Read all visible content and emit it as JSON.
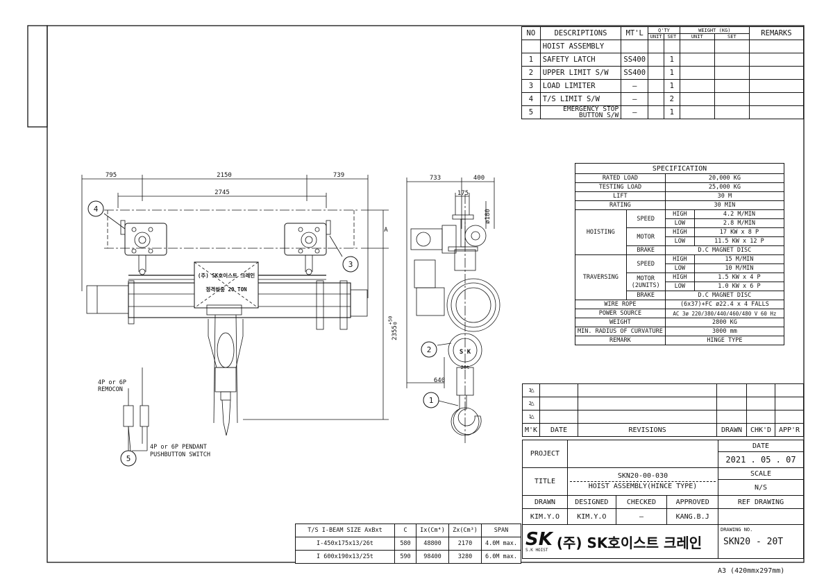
{
  "parts": {
    "headers": {
      "no": "NO",
      "desc": "DESCRIPTIONS",
      "mtl": "MT'L",
      "qty": "Q'TY",
      "qty_unit": "UNIT",
      "qty_set": "SET",
      "weight": "WEIGHT (KG)",
      "w_unit": "UNIT",
      "w_set": "SET",
      "remarks": "REMARKS"
    },
    "assembly": "HOIST ASSEMBLY",
    "rows": [
      {
        "no": "1",
        "desc": "SAFETY LATCH",
        "mtl": "SS400",
        "set": "1"
      },
      {
        "no": "2",
        "desc": "UPPER LIMIT S/W",
        "mtl": "SS400",
        "set": "1"
      },
      {
        "no": "3",
        "desc": "LOAD LIMITER",
        "mtl": "—",
        "set": "1"
      },
      {
        "no": "4",
        "desc": "T/S LIMIT S/W",
        "mtl": "—",
        "set": "2"
      },
      {
        "no": "5",
        "desc": "EMERGENCY STOP\nBUTTON S/W",
        "mtl": "—",
        "set": "1"
      }
    ]
  },
  "spec": {
    "title": "SPECIFICATION",
    "rated_load": [
      "RATED  LOAD",
      "20,000  KG"
    ],
    "testing_load": [
      "TESTING  LOAD",
      "25,000  KG"
    ],
    "lift": [
      "LIFT",
      "30    M"
    ],
    "rating": [
      "RATING",
      "30    MIN"
    ],
    "hoisting": "HOISTING",
    "speed": "SPEED",
    "motor": "MOTOR",
    "brake": "BRAKE",
    "high": "HIGH",
    "low": "LOW",
    "h_speed_high": "4.2  M/MIN",
    "h_speed_low": "2.8  M/MIN",
    "h_motor_high": "17 KW x 8 P",
    "h_motor_low": "11.5 KW x 12 P",
    "h_brake": "D.C MAGNET DISC",
    "traversing": "TRAVERSING",
    "motor2": "MOTOR\n(2UNITS)",
    "t_speed_high": "15    M/MIN",
    "t_speed_low": "10    M/MIN",
    "t_motor_high": "1.5 KW x 4 P",
    "t_motor_low": "1.0 KW x 6 P",
    "t_brake": "D.C MAGNET DISC",
    "wire_rope": [
      "WIRE ROPE",
      "(6x37)+FC ø22.4 x 4 FALLS"
    ],
    "power": [
      "POWER SOURCE",
      "AC 3ø  220/380/440/460/480 V  60 Hz"
    ],
    "weight": [
      "WEIGHT",
      "2800   KG"
    ],
    "radius": [
      "MIN. RADIUS OF CURVATURE",
      "3000   mm"
    ],
    "remark": [
      "REMARK",
      "HINGE TYPE"
    ]
  },
  "revisions": {
    "marks": [
      "3",
      "2",
      "1"
    ],
    "headers": {
      "mk": "M'K",
      "date": "DATE",
      "rev": "REVISIONS",
      "drawn": "DRAWN",
      "chkd": "CHK'D",
      "appr": "APP'R"
    }
  },
  "titleblock": {
    "project_label": "PROJECT",
    "date_label": "DATE",
    "date": "2021 . 05 . 07",
    "title_label": "TITLE",
    "title_code": "SKN20-00-030",
    "title_name": "HOIST ASSEMBLY(HINCE TYPE)",
    "scale_label": "SCALE",
    "scale": "N/S",
    "drawn_label": "DRAWN",
    "designed_label": "DESIGNED",
    "checked_label": "CHECKED",
    "approved_label": "APPROVED",
    "ref_label": "REF DRAWING",
    "drawn": "KIM.Y.O",
    "designed": "KIM.Y.O",
    "checked": "—",
    "approved": "KANG.B.J",
    "company_logo": "SK",
    "company_logo_sub": "S.K HOIST",
    "company": "(주) SK호이스트 크레인",
    "drawing_no_label": "DRAWING NO.",
    "drawing_no": "SKN20 - 20T"
  },
  "beam": {
    "headers": [
      "T/S I-BEAM SIZE AxBxt",
      "C",
      "Ix(Cm⁴)",
      "Zx(Cm³)",
      "SPAN"
    ],
    "rows": [
      [
        "I-450x175x13/26t",
        "580",
        "48800",
        "2170",
        "4.0M max."
      ],
      [
        "I 600x190x13/25t",
        "590",
        "98400",
        "3280",
        "6.0M max."
      ]
    ]
  },
  "drawing": {
    "dim_795": "795",
    "dim_2150": "2150",
    "dim_739": "739",
    "dim_2745": "2745",
    "dim_a": "A",
    "dim_2355": "2355",
    "dim_2355_tol": "+50\n0",
    "dim_733": "733",
    "dim_400": "400",
    "dim_175": "175",
    "dim_180": "ø180",
    "dim_640": "640",
    "nameplate_1": "(주) SK호이스트 크레인",
    "nameplate_2": "정격하중 20 TON",
    "remocon": "4P or 6P\nREMOCON",
    "pendant": "4P or 6P PENDANT\nPUSHBUTTON SWITCH",
    "balloons": [
      "1",
      "2",
      "3",
      "4",
      "5"
    ],
    "hook_sk": "S K",
    "hook_cap": "20t"
  },
  "sheet_size": "A3 (420mmx297mm)"
}
